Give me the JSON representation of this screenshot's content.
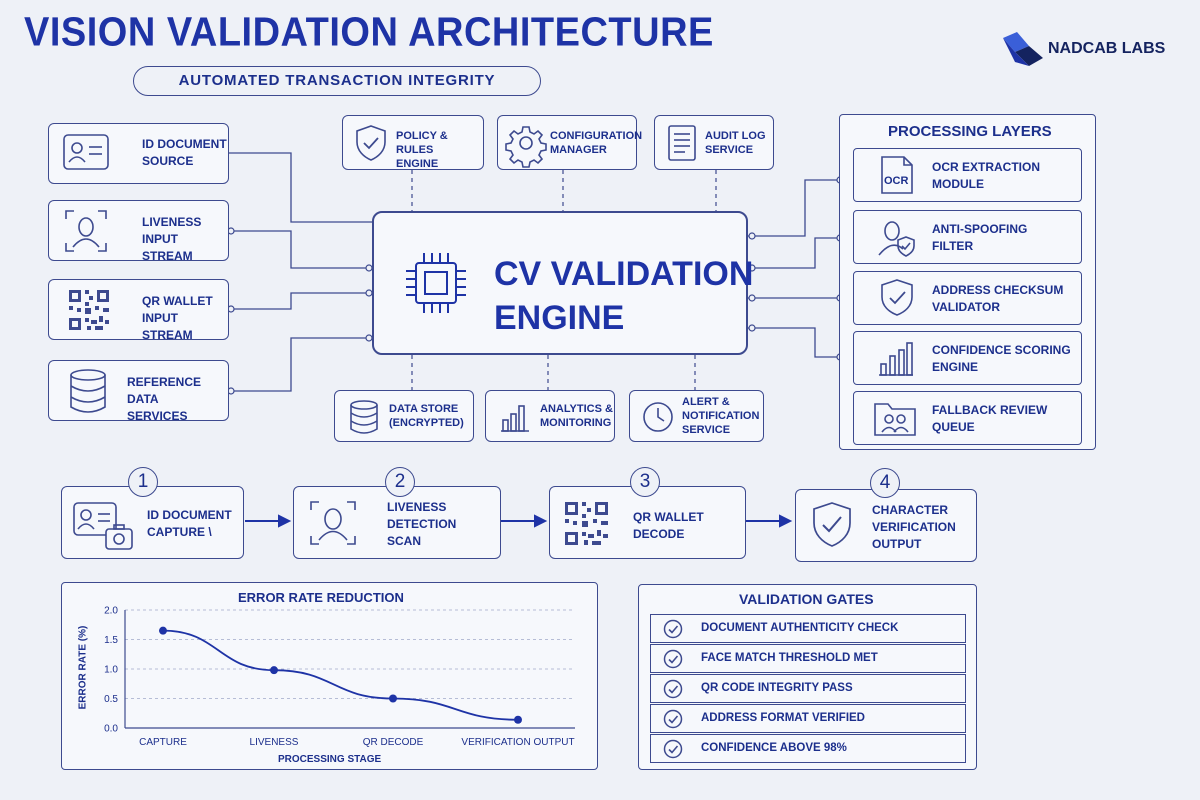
{
  "header": {
    "title": "VISION VALIDATION ARCHITECTURE",
    "subtitle": "AUTOMATED TRANSACTION INTEGRITY",
    "brand": "NADCAB LABS"
  },
  "inputs": [
    {
      "label": "ID DOCUMENT\nSOURCE",
      "icon": "id-card-icon"
    },
    {
      "label": "LIVENESS\nINPUT STREAM",
      "icon": "face-scan-icon"
    },
    {
      "label": "QR WALLET\nINPUT STREAM",
      "icon": "qr-code-icon"
    },
    {
      "label": "REFERENCE DATA\nSERVICES",
      "icon": "database-icon"
    }
  ],
  "top_services": [
    {
      "label": "POLICY & RULES\nENGINE",
      "icon": "shield-check-icon"
    },
    {
      "label": "CONFIGURATION\nMANAGER",
      "icon": "gear-icon"
    },
    {
      "label": "AUDIT LOG\nSERVICE",
      "icon": "document-icon"
    }
  ],
  "engine": {
    "label": "CV VALIDATION\nENGINE",
    "icon": "cpu-chip-icon"
  },
  "bottom_services": [
    {
      "label": "DATA STORE\n(ENCRYPTED)",
      "icon": "database-icon"
    },
    {
      "label": "ANALYTICS &\nMONITORING",
      "icon": "bar-chart-icon"
    },
    {
      "label": "ALERT &\nNOTIFICATION\nSERVICE",
      "icon": "clock-icon"
    }
  ],
  "processing_layers": {
    "title": "PROCESSING LAYERS",
    "items": [
      {
        "label": "OCR EXTRACTION\nMODULE",
        "icon": "ocr-file-icon",
        "icon_text": "OCR"
      },
      {
        "label": "ANTI-SPOOFING\nFILTER",
        "icon": "face-shield-icon"
      },
      {
        "label": "ADDRESS CHECKSUM\nVALIDATOR",
        "icon": "shield-check-icon"
      },
      {
        "label": "CONFIDENCE SCORING\nENGINE",
        "icon": "bar-chart-icon"
      },
      {
        "label": "FALLBACK REVIEW\nQUEUE",
        "icon": "folder-users-icon"
      }
    ]
  },
  "steps": [
    {
      "number": "1",
      "label": "ID DOCUMENT\nCAPTURE \\",
      "icon": "id-camera-icon"
    },
    {
      "number": "2",
      "label": "LIVENESS\nDETECTION\nSCAN",
      "icon": "face-scan-icon"
    },
    {
      "number": "3",
      "label": "QR WALLET\nDECODE",
      "icon": "qr-code-icon"
    },
    {
      "number": "4",
      "label": "CHARACTER\nVERIFICATION\nOUTPUT",
      "icon": "shield-check-icon"
    }
  ],
  "chart_data": {
    "type": "line",
    "title": "ERROR RATE REDUCTION",
    "xlabel": "PROCESSING STAGE",
    "ylabel": "ERROR RATE (%)",
    "categories": [
      "CAPTURE",
      "LIVENESS",
      "QR DECODE",
      "VERIFICATION OUTPUT"
    ],
    "values": [
      1.65,
      0.98,
      0.5,
      0.14
    ],
    "ylim": [
      0,
      2.0
    ],
    "yticks": [
      "0.0",
      "0.5",
      "1.0",
      "1.5",
      "2.0"
    ],
    "grid": true
  },
  "validation_gates": {
    "title": "VALIDATION GATES",
    "items": [
      "DOCUMENT AUTHENTICITY CHECK",
      "FACE MATCH THRESHOLD MET",
      "QR CODE INTEGRITY PASS",
      "ADDRESS FORMAT VERIFIED",
      "CONFIDENCE ABOVE 98%"
    ]
  },
  "colors": {
    "primary": "#1e33a6",
    "stroke": "#3d4a8f",
    "background": "#eef1f7"
  }
}
